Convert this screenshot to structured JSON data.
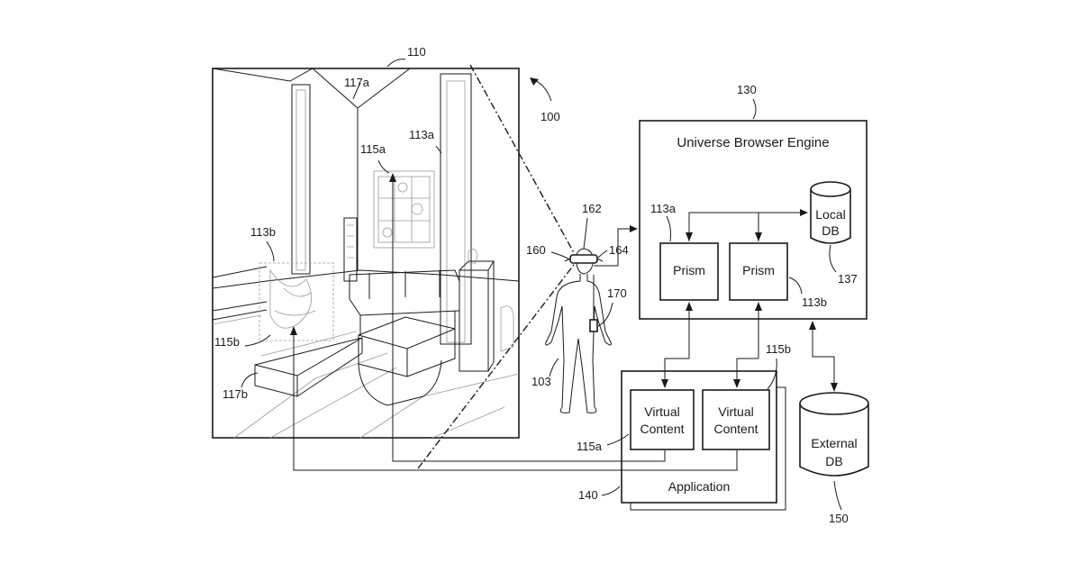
{
  "labels": {
    "system": "100",
    "room": "110",
    "engine_ref": "130",
    "engine_title": "Universe Browser Engine",
    "prism_a_ref": "113a",
    "prism_b_ref": "113b",
    "prism_label": "Prism",
    "local_db_line1": "Local",
    "local_db_line2": "DB",
    "local_db_ref": "137",
    "external_db_line1": "External",
    "external_db_line2": "DB",
    "external_db_ref": "150",
    "virtual_line1": "Virtual",
    "virtual_line2": "Content",
    "vc_a_ref": "115a",
    "vc_b_ref": "115b",
    "application": "Application",
    "app_ref": "140",
    "user_ref": "103",
    "headset_top_ref": "162",
    "headset_left_ref": "160",
    "headset_right_ref": "164",
    "pack_ref": "170",
    "room_wall_ref": "117a",
    "room_prism_a_ref": "113a",
    "room_content_a_ref": "115a",
    "room_prism_b_ref": "113b",
    "room_content_b_ref": "115b",
    "room_table_ref": "117b"
  }
}
